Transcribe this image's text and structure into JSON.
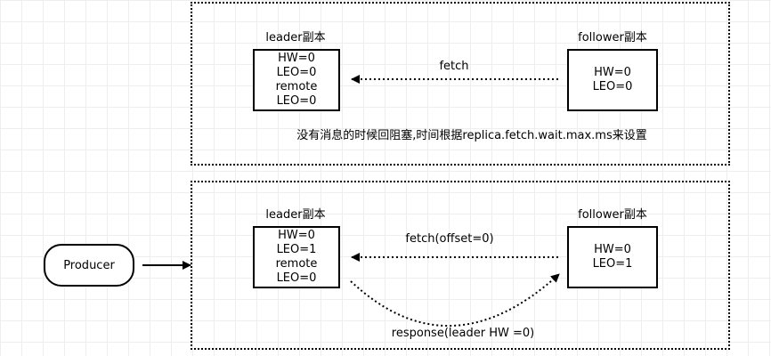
{
  "scenarios": [
    {
      "leader": {
        "title": "leader副本",
        "lines": [
          "HW=0",
          "LEO=0",
          "remote LEO=0"
        ]
      },
      "follower": {
        "title": "follower副本",
        "lines": [
          "HW=0",
          "LEO=0"
        ]
      },
      "fetch_label": "fetch",
      "note": "没有消息的时候回阻塞,时间根据replica.fetch.wait.max.ms来设置"
    },
    {
      "leader": {
        "title": "leader副本",
        "lines": [
          "HW=0",
          "LEO=1",
          "remote LEO=0"
        ]
      },
      "follower": {
        "title": "follower副本",
        "lines": [
          "HW=0",
          "LEO=1"
        ]
      },
      "fetch_label": "fetch(offset=0)",
      "response_label": "response(leader HW =0)"
    }
  ],
  "producer": {
    "label": "Producer"
  }
}
